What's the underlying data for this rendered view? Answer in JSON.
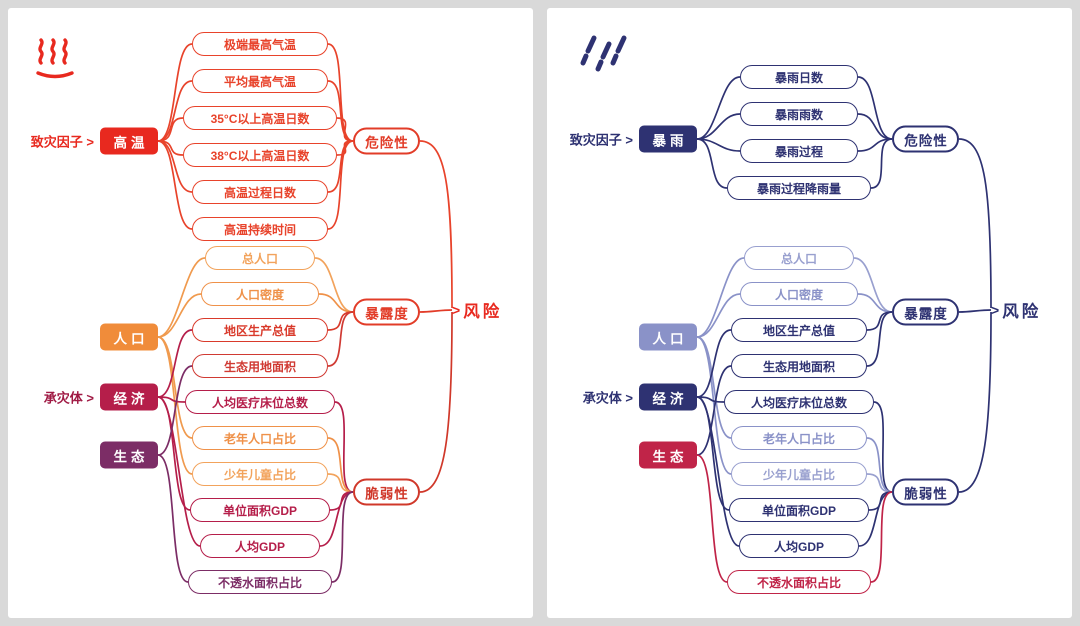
{
  "figure": {
    "background": "#d9d9d9",
    "panel_background": "#ffffff",
    "description": "Two risk-assessment index-system diagrams: heat (left, red) and rainstorm (right, navy)"
  },
  "left": {
    "id": "heat-risk",
    "icon": "heat-waves-icon",
    "accent": "#e8291f",
    "hazard_factor_label": "致灾因子 >",
    "hazard_node": "高温",
    "hazard_indicators": [
      "极端最高气温",
      "平均最高气温",
      "35°C以上高温日数",
      "38°C以上高温日数",
      "高温过程日数",
      "高温持续时间"
    ],
    "hazard_indicator_color": "#e8432b",
    "danger_label": "危险性",
    "body_label": "承灾体 >",
    "body_nodes": [
      "人口",
      "经济",
      "生态"
    ],
    "body_node_colors": [
      "#f08c3a",
      "#b51e4a",
      "#7c2d66"
    ],
    "body_indicators": [
      "总人口",
      "人口密度",
      "地区生产总值",
      "生态用地面积",
      "人均医疗床位总数",
      "老年人口占比",
      "少年儿童占比",
      "单位面积GDP",
      "人均GDP",
      "不透水面积占比"
    ],
    "body_indicator_colors": [
      "#f2a35c",
      "#ef9149",
      "#d93a2b",
      "#d03a33",
      "#b51e4a",
      "#ef9149",
      "#f2a35c",
      "#b51e4a",
      "#b51e4a",
      "#7c2d66"
    ],
    "exposure_label": "暴露度",
    "vulnerability_label": "脆弱性",
    "risk_arrow": ">",
    "risk_label": "风险",
    "key_colors": {
      "danger": "#e23c28",
      "exposure": "#e23c28",
      "vulnerability": "#d0382a",
      "risk": "#e8291f",
      "hazard_factor": "#e8291f",
      "body": "#a01a44"
    },
    "connections": {
      "高温": [
        "极端最高气温",
        "平均最高气温",
        "35°C以上高温日数",
        "38°C以上高温日数",
        "高温过程日数",
        "高温持续时间"
      ],
      "危险性": [
        "极端最高气温",
        "平均最高气温",
        "35°C以上高温日数",
        "38°C以上高温日数",
        "高温过程日数",
        "高温持续时间"
      ],
      "人口": [
        "总人口",
        "人口密度",
        "老年人口占比",
        "少年儿童占比"
      ],
      "经济": [
        "地区生产总值",
        "人均医疗床位总数",
        "单位面积GDP",
        "人均GDP"
      ],
      "生态": [
        "生态用地面积",
        "不透水面积占比"
      ],
      "暴露度": [
        "总人口",
        "人口密度",
        "地区生产总值",
        "生态用地面积"
      ],
      "脆弱性": [
        "人均医疗床位总数",
        "老年人口占比",
        "少年儿童占比",
        "单位面积GDP",
        "人均GDP",
        "不透水面积占比"
      ],
      "风险": [
        "危险性",
        "暴露度",
        "脆弱性"
      ]
    }
  },
  "right": {
    "id": "rainstorm-risk",
    "icon": "rain-icon",
    "accent": "#2e3272",
    "hazard_factor_label": "致灾因子 >",
    "hazard_node": "暴雨",
    "hazard_indicators": [
      "暴雨日数",
      "暴雨雨数",
      "暴雨过程",
      "暴雨过程降雨量"
    ],
    "hazard_indicator_color": "#2e3272",
    "danger_label": "危险性",
    "body_label": "承灾体 >",
    "body_nodes": [
      "人口",
      "经济",
      "生态"
    ],
    "body_node_colors": [
      "#8a92c8",
      "#2e3272",
      "#c02448"
    ],
    "body_indicators": [
      "总人口",
      "人口密度",
      "地区生产总值",
      "生态用地面积",
      "人均医疗床位总数",
      "老年人口占比",
      "少年儿童占比",
      "单位面积GDP",
      "人均GDP",
      "不透水面积占比"
    ],
    "body_indicator_colors": [
      "#99a0cf",
      "#8a92c8",
      "#2e3272",
      "#2e3272",
      "#2e3272",
      "#8a92c8",
      "#99a0cf",
      "#2e3272",
      "#2e3272",
      "#c02448"
    ],
    "exposure_label": "暴露度",
    "vulnerability_label": "脆弱性",
    "risk_arrow": ">",
    "risk_label": "风险",
    "key_colors": {
      "danger": "#2e3272",
      "exposure": "#2e3272",
      "vulnerability": "#2e3272",
      "risk": "#2e3272",
      "hazard_factor": "#2e3272",
      "body": "#2e3272"
    },
    "connections": {
      "暴雨": [
        "暴雨日数",
        "暴雨雨数",
        "暴雨过程",
        "暴雨过程降雨量"
      ],
      "危险性": [
        "暴雨日数",
        "暴雨雨数",
        "暴雨过程",
        "暴雨过程降雨量"
      ],
      "人口": [
        "总人口",
        "人口密度",
        "老年人口占比",
        "少年儿童占比"
      ],
      "经济": [
        "地区生产总值",
        "人均医疗床位总数",
        "单位面积GDP",
        "人均GDP"
      ],
      "生态": [
        "生态用地面积",
        "不透水面积占比"
      ],
      "暴露度": [
        "总人口",
        "人口密度",
        "地区生产总值",
        "生态用地面积"
      ],
      "脆弱性": [
        "人均医疗床位总数",
        "老年人口占比",
        "少年儿童占比",
        "单位面积GDP",
        "人均GDP",
        "不透水面积占比"
      ],
      "风险": [
        "危险性",
        "暴露度",
        "脆弱性"
      ]
    }
  }
}
